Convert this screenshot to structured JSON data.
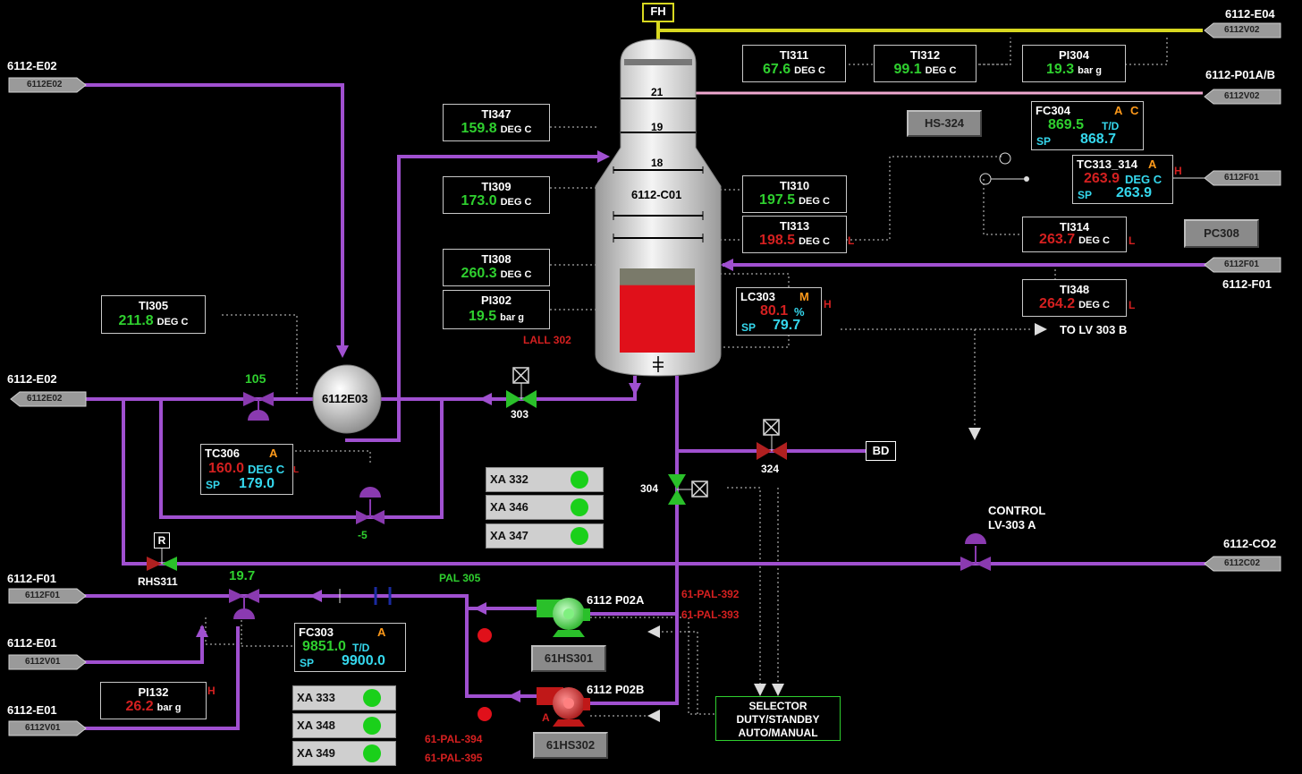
{
  "column": {
    "name": "6112-C01",
    "trays": [
      "21",
      "19",
      "18"
    ]
  },
  "exchanger": {
    "name": "6112E03"
  },
  "fh": "FH",
  "offpage": {
    "e02_top": {
      "line": "6112-E02",
      "tag": "6112E02"
    },
    "e02_mid": {
      "line": "6112-E02",
      "tag": "6112E02"
    },
    "f01_left": {
      "line": "6112-F01",
      "tag": "6112F01"
    },
    "e01_a": {
      "line": "6112-E01",
      "tag": "6112V01"
    },
    "e01_b": {
      "line": "6112-E01",
      "tag": "6112V01"
    },
    "e04": {
      "line": "6112-E04",
      "tag": "6112V02"
    },
    "p01ab": {
      "line": "6112-P01A/B",
      "tag": "6112V02"
    },
    "f01_right_tag": {
      "tag": "6112F01"
    },
    "f01_right2": {
      "line": "6112-F01",
      "tag": "6112F01"
    },
    "co2": {
      "line": "6112-CO2",
      "tag": "6112C02"
    }
  },
  "indicators": {
    "ti311": {
      "name": "TI311",
      "value": "67.6",
      "unit": "DEG C"
    },
    "ti312": {
      "name": "TI312",
      "value": "99.1",
      "unit": "DEG C"
    },
    "pi304": {
      "name": "PI304",
      "value": "19.3",
      "unit": "bar g"
    },
    "ti347": {
      "name": "TI347",
      "value": "159.8",
      "unit": "DEG C"
    },
    "ti309": {
      "name": "TI309",
      "value": "173.0",
      "unit": "DEG C"
    },
    "ti308": {
      "name": "TI308",
      "value": "260.3",
      "unit": "DEG C"
    },
    "pi302": {
      "name": "PI302",
      "value": "19.5",
      "unit": "bar g"
    },
    "ti305": {
      "name": "TI305",
      "value": "211.8",
      "unit": "DEG C"
    },
    "ti310": {
      "name": "TI310",
      "value": "197.5",
      "unit": "DEG C"
    },
    "ti313": {
      "name": "TI313",
      "value": "198.5",
      "unit": "DEG C",
      "alarm": "L"
    },
    "ti314": {
      "name": "TI314",
      "value": "263.7",
      "unit": "DEG C",
      "alarm": "L"
    },
    "ti348": {
      "name": "TI348",
      "value": "264.2",
      "unit": "DEG C",
      "alarm": "L"
    },
    "pi132": {
      "name": "PI132",
      "value": "26.2",
      "unit": "bar g",
      "alarm": "H"
    }
  },
  "controllers": {
    "fc304": {
      "name": "FC304",
      "mode": "A",
      "mode2": "C",
      "pv": "869.5",
      "pv_unit": "T/D",
      "sp_label": "SP",
      "sp": "868.7"
    },
    "tc313": {
      "name": "TC313_314",
      "mode": "A",
      "pv": "263.9",
      "pv_unit": "DEG C",
      "sp_label": "SP",
      "sp": "263.9",
      "alarm": "H"
    },
    "lc303": {
      "name": "LC303",
      "mode": "M",
      "pv": "80.1",
      "pv_unit": "%",
      "sp_label": "SP",
      "sp": "79.7",
      "alarm": "H"
    },
    "tc306": {
      "name": "TC306",
      "mode": "A",
      "pv": "160.0",
      "pv_unit": "DEG C",
      "sp_label": "SP",
      "sp": "179.0",
      "alarm": "L"
    },
    "fc303": {
      "name": "FC303",
      "mode": "A",
      "pv": "9851.0",
      "pv_unit": "T/D",
      "sp_label": "SP",
      "sp": "9900.0"
    }
  },
  "buttons": {
    "hs324": "HS-324",
    "pc308": "PC308",
    "hs301": "61HS301",
    "hs302": "61HS302",
    "bd": "BD",
    "selector": [
      "SELECTOR",
      "DUTY/STANDBY",
      "AUTO/MANUAL"
    ]
  },
  "xa": [
    "XA 332",
    "XA 346",
    "XA 347",
    "XA 333",
    "XA 348",
    "XA 349"
  ],
  "labels": {
    "v105": "105",
    "v303": "303",
    "v324": "324",
    "v304": "304",
    "vminus5": "-5",
    "v197": "19.7",
    "rhs311": "RHS311",
    "r": "R",
    "lall302": "LALL 302",
    "to_lv": "TO LV 303 B",
    "control": "CONTROL",
    "lv303a": "LV-303 A",
    "p02a": "6112 P02A",
    "p02b": "6112 P02B",
    "pal305": "PAL 305",
    "pal392": "61-PAL-392",
    "pal393": "61-PAL-393",
    "pal394": "61-PAL-394",
    "pal395": "61-PAL-395",
    "pump_a": "A"
  },
  "colors": {
    "background": "#000000",
    "process_pipe": "#a050d0",
    "yellow_pipe": "#d8d820",
    "pink_pipe": "#f0a8d0",
    "pv_green": "#2fd02f",
    "alarm_red": "#d42020",
    "sp_cyan": "#35d8ee",
    "mode_orange": "#ff9a1a",
    "level_red": "#e0101a"
  },
  "level_percent": 80.1
}
